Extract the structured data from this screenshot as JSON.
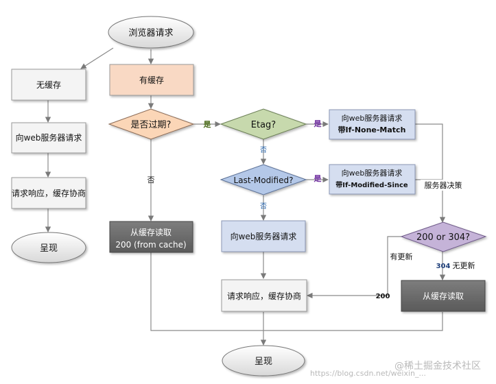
{
  "nodes": {
    "browser_request": "浏览器请求",
    "no_cache": "无缓存",
    "left_request_web": "向web服务器请求",
    "left_response": "请求响应，缓存协商",
    "left_render": "呈现",
    "has_cache": "有缓存",
    "expired_q": "是否过期?",
    "etag_q": "Etag?",
    "if_none_match_line1": "向web服务器请求",
    "if_none_match_line2": "带If-None-Match",
    "last_modified_q": "Last-Modified?",
    "if_modified_since_line1": "向web服务器请求",
    "if_modified_since_line2": "带If-Modified-Since",
    "server_decision": "服务器决策",
    "cache_read_line1": "从缓存读取",
    "cache_read_line2": "200 (from cache)",
    "mid_request_web": "向web服务器请求",
    "status_q": "200 or 304?",
    "mid_response": "请求响应，缓存协商",
    "right_cache_read": "从缓存读取",
    "bottom_render": "呈现"
  },
  "edge_labels": {
    "yes_expired": "是",
    "no_expired": "否",
    "yes_etag": "是",
    "no_etag": "否",
    "yes_lastmod": "是",
    "no_lastmod": "否",
    "updated": "有更新",
    "code_200": "200",
    "code_304": "304",
    "not_updated": "无更新"
  },
  "watermark": {
    "url": "https://blog.csdn.net/weixin_...",
    "brand": "@稀土掘金技术社区"
  },
  "colors": {
    "gray_box": "#f4f4f4",
    "orange_box": "#f9d9c4",
    "orange_diamond": "#fbd6b7",
    "green_diamond": "#c7d9ad",
    "blue_diamond": "#b4c8e8",
    "purple_diamond": "#c5b3d8",
    "blue_box": "#d5def0",
    "dark_box": "#6c6c6c",
    "yes_color": "#7030a0"
  }
}
